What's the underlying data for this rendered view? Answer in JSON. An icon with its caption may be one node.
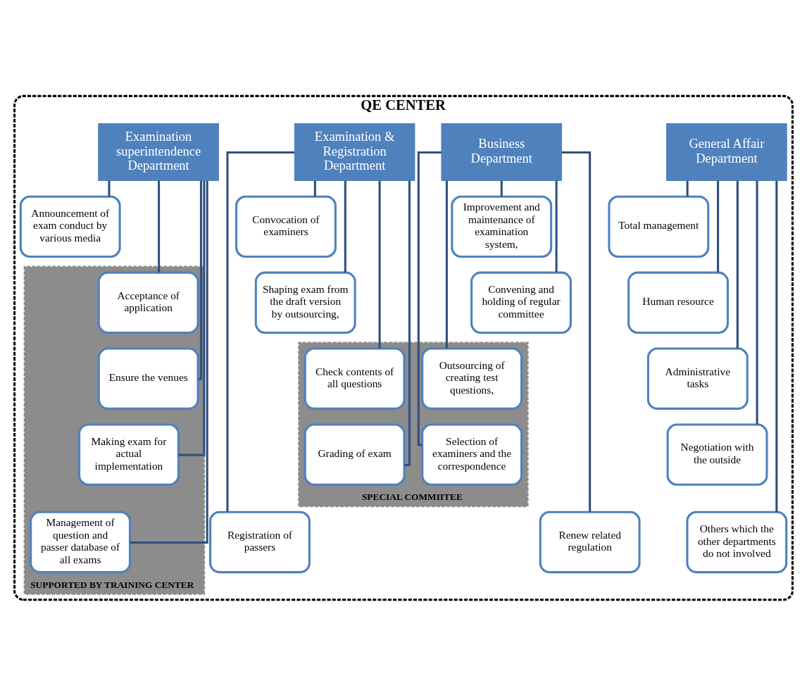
{
  "diagram": {
    "nodes": [
      {
        "text": [
          "QE CENTER"
        ]
      },
      {
        "text": [
          "General Affair Department"
        ],
        "in": 0
      },
      {
        "text": [
          "Business Department"
        ],
        "in": 0
      },
      {
        "text": [
          "Examination & Registration Department"
        ],
        "in": 0
      },
      {
        "text": [
          "Examination superintendence Department"
        ],
        "in": 0
      },
      {
        "text": [
          "Total management"
        ],
        "in": 0
      },
      {
        "text": [
          "Human resource"
        ],
        "in": 0
      },
      {
        "text": [
          "Administrative tasks"
        ],
        "in": 0
      },
      {
        "text": [
          "Negotiation with the outside"
        ],
        "in": 0
      },
      {
        "text": [
          "Others which the other departments do not involved"
        ],
        "in": 0
      },
      {
        "text": [
          "Improvement and maintenance of examination system,"
        ],
        "in": 0
      },
      {
        "text": [
          "Convening and holding of regular committee"
        ],
        "in": 0
      },
      {
        "text": [
          "SPECIAL COMMIITEE"
        ],
        "in": 0
      },
      {
        "text": [
          "Outsourcing of creating test questions,"
        ],
        "in": 12
      },
      {
        "text": [
          "Selection of examiners and the correspondence"
        ],
        "in": 12
      },
      {
        "text": [
          "Check contents of all questions"
        ],
        "in": 12
      },
      {
        "text": [
          "Grading of exam"
        ],
        "in": 12
      },
      {
        "text": [
          "Renew related regulation"
        ],
        "in": 0
      },
      {
        "text": [
          "Convocation of examiners"
        ],
        "in": 0
      },
      {
        "text": [
          "Shaping exam from the draft version by outsourcing,"
        ],
        "in": 0
      },
      {
        "text": [
          "Registration of passers"
        ],
        "in": 0
      },
      {
        "text": [
          "Announcement of exam conduct by various media"
        ],
        "in": 0
      },
      {
        "text": [
          "SUPPORTED BY TRAINING CENTER"
        ],
        "in": 0
      },
      {
        "text": [
          "Acceptance of application"
        ],
        "in": 22
      },
      {
        "text": [
          "Ensure the venues"
        ],
        "in": 22
      },
      {
        "text": [
          "Making exam for actual implementation"
        ],
        "in": 22
      },
      {
        "text": [
          "Management of question and passer database of all exams"
        ],
        "in": 22
      }
    ],
    "edges": [
      {
        "from": 1,
        "to": 5,
        "arrow": "none"
      },
      {
        "from": 1,
        "to": 6,
        "arrow": "none"
      },
      {
        "from": 1,
        "to": 7,
        "arrow": "none"
      },
      {
        "from": 1,
        "to": 8,
        "arrow": "none"
      },
      {
        "from": 1,
        "to": 9,
        "arrow": "none"
      },
      {
        "from": 2,
        "to": 10,
        "arrow": "none"
      },
      {
        "from": 2,
        "to": 11,
        "arrow": "none"
      },
      {
        "from": 2,
        "to": 13,
        "arrow": "none"
      },
      {
        "from": 2,
        "to": 14,
        "arrow": "none"
      },
      {
        "from": 2,
        "to": 17,
        "arrow": "none"
      },
      {
        "from": 3,
        "to": 18,
        "arrow": "none"
      },
      {
        "from": 3,
        "to": 19,
        "arrow": "none"
      },
      {
        "from": 3,
        "to": 15,
        "arrow": "none"
      },
      {
        "from": 3,
        "to": 16,
        "arrow": "none"
      },
      {
        "from": 3,
        "to": 20,
        "arrow": "none"
      },
      {
        "from": 4,
        "to": 21,
        "arrow": "none"
      },
      {
        "from": 4,
        "to": 23,
        "arrow": "none"
      },
      {
        "from": 4,
        "to": 24,
        "arrow": "none"
      },
      {
        "from": 4,
        "to": 25,
        "arrow": "none"
      },
      {
        "from": 4,
        "to": 26,
        "arrow": "none"
      }
    ]
  }
}
